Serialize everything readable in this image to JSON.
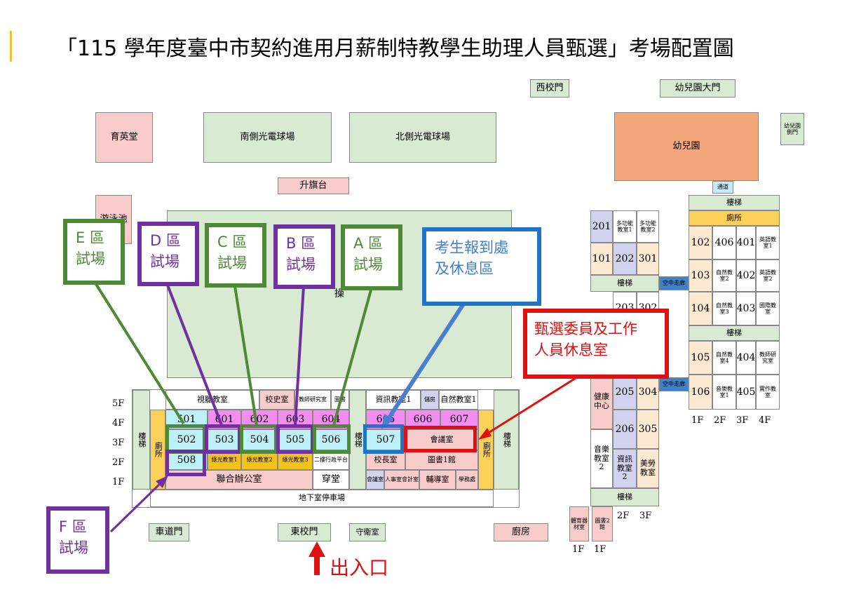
{
  "title": "「115 學年度臺中市契約進用月薪制特教學生助理人員甄選」考場配置圖",
  "gates": {
    "west": "西校門",
    "kinder_main": "幼兒園大門",
    "kinder_side": "幼兒園側門",
    "car": "車道門",
    "east": "東校門",
    "guard": "守衛室",
    "kitchen": "廚房"
  },
  "buildings": {
    "yuying": "育英堂",
    "south_court": "南側光電球場",
    "north_court": "北側光電球場",
    "flagpole": "升旗台",
    "kindergarten": "幼兒園",
    "left_partial": "游泳池",
    "field_partial": "操"
  },
  "main_building": {
    "floors": [
      "5F",
      "4F",
      "3F",
      "2F",
      "1F"
    ],
    "stairs": "樓梯",
    "toilet": "廁所",
    "row5_left": [
      "視聽教室",
      "校史室",
      "教師研究室",
      "圖書"
    ],
    "row5_right": [
      "資訊教室1",
      "儲房",
      "自然教室1"
    ],
    "row4": [
      "501",
      "601",
      "602",
      "603",
      "604",
      "605",
      "606",
      "607"
    ],
    "row3": [
      "502",
      "503",
      "504",
      "505",
      "506",
      "507",
      "會議室"
    ],
    "row2_left": [
      "508",
      "綠光教室1",
      "綠光教室2",
      "綠光教室3",
      "二樓行政平台"
    ],
    "row2_right": [
      "校長室",
      "圖書1館"
    ],
    "row1_left": [
      "聯合辦公室",
      "穿堂"
    ],
    "row1_right": [
      "會議室",
      "人事室會計室",
      "輔導室",
      "學務處"
    ],
    "basement": "地下室停車場"
  },
  "right_building": {
    "stairs": "樓梯",
    "skywalk": "空中走廊",
    "toilet": "廁所",
    "corridor": "通道",
    "a_rooms": [
      "201",
      "多功能教室1",
      "多功能教室2",
      "101",
      "202",
      "301",
      "203",
      "302",
      "健康中心",
      "205",
      "304",
      "206",
      "305",
      "音樂教室2",
      "資訊教室2",
      "美勞教室"
    ],
    "b_rooms": [
      "102",
      "406",
      "401",
      "英語教室1",
      "103",
      "自然教室2",
      "402",
      "英語教室2",
      "104",
      "自然教室3",
      "403",
      "國際教室",
      "105",
      "自然教室4",
      "404",
      "教師研究室",
      "106",
      "音樂教室1",
      "405",
      "實作教室"
    ],
    "a_floors": [
      "2F",
      "3F"
    ],
    "b_floors": [
      "1F",
      "2F",
      "3F",
      "4F"
    ],
    "small_block": [
      "體育器材室",
      "圖書2館"
    ],
    "small_floors": [
      "1F",
      "1F"
    ]
  },
  "areas": {
    "e": "E 區\n試場",
    "d": "D 區\n試場",
    "c": "C 區\n試場",
    "b": "B 區\n試場",
    "a": "A 區\n試場",
    "f": "F 區\n試場",
    "checkin": "考生報到處\n及休息區",
    "committee": "甄選委員及工作\n人員休息室",
    "entrance": "出入口"
  },
  "colors": {
    "green_frame": "#4e8a35",
    "purple_frame": "#7030a0",
    "blue_frame": "#1f74c6",
    "red_frame": "#e01010",
    "entrance_arrow": "#e01010"
  }
}
